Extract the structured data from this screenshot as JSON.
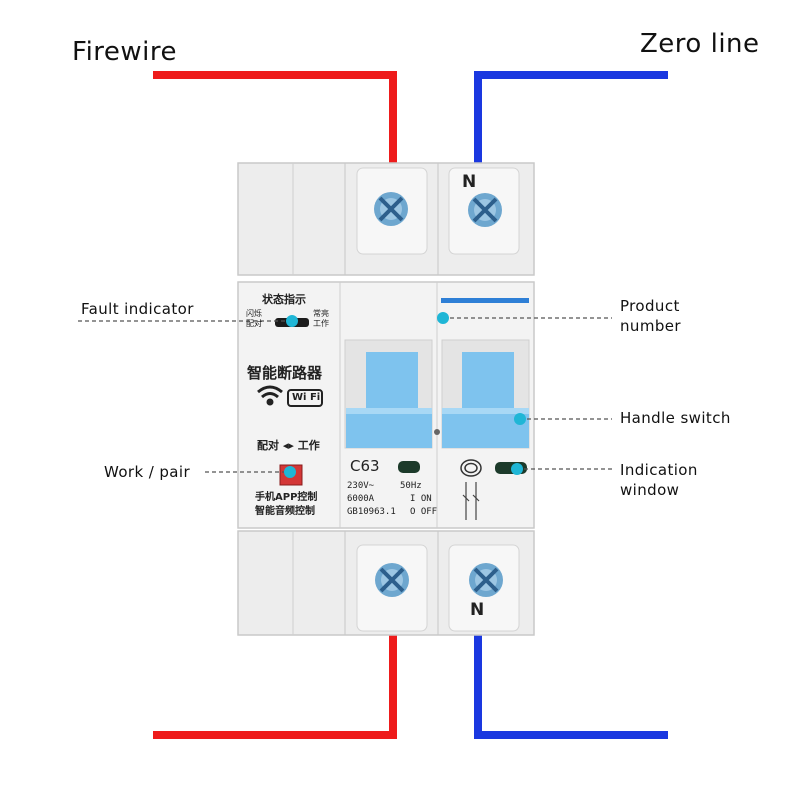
{
  "wires": {
    "firewire_label": "Firewire",
    "zero_line_label": "Zero line",
    "firewire_color": "#ee1b1b",
    "zero_line_color": "#1a38e0"
  },
  "callouts": {
    "fault_indicator": "Fault indicator",
    "work_pair": "Work / pair",
    "product_number_line1": "Product",
    "product_number_line2": "number",
    "handle_switch": "Handle switch",
    "indication_window_line1": "Indication",
    "indication_window_line2": "window",
    "dot_color": "#1fb6d6"
  },
  "breaker": {
    "terminal_n_top": "N",
    "terminal_n_bottom": "N",
    "status_title": "状态指示",
    "status_left_line1": "闪烁",
    "status_left_line2": "配对",
    "status_right_line1": "常亮",
    "status_right_line2": "工作",
    "product_name": "智能断路器",
    "wifi_badge": "Wi Fi",
    "pair_work_label": "配对 ◂▸ 工作",
    "app_control_line1": "手机APP控制",
    "app_control_line2": "智能音频控制",
    "rating": "C63",
    "voltage": "230V~",
    "frequency": "50Hz",
    "breaking_capacity": "6000A",
    "standard": "GB10963.1",
    "on_label": "I ON",
    "off_label": "O OFF",
    "handle_color": "#7ec3ee",
    "body_color": "#f1f1f1"
  }
}
